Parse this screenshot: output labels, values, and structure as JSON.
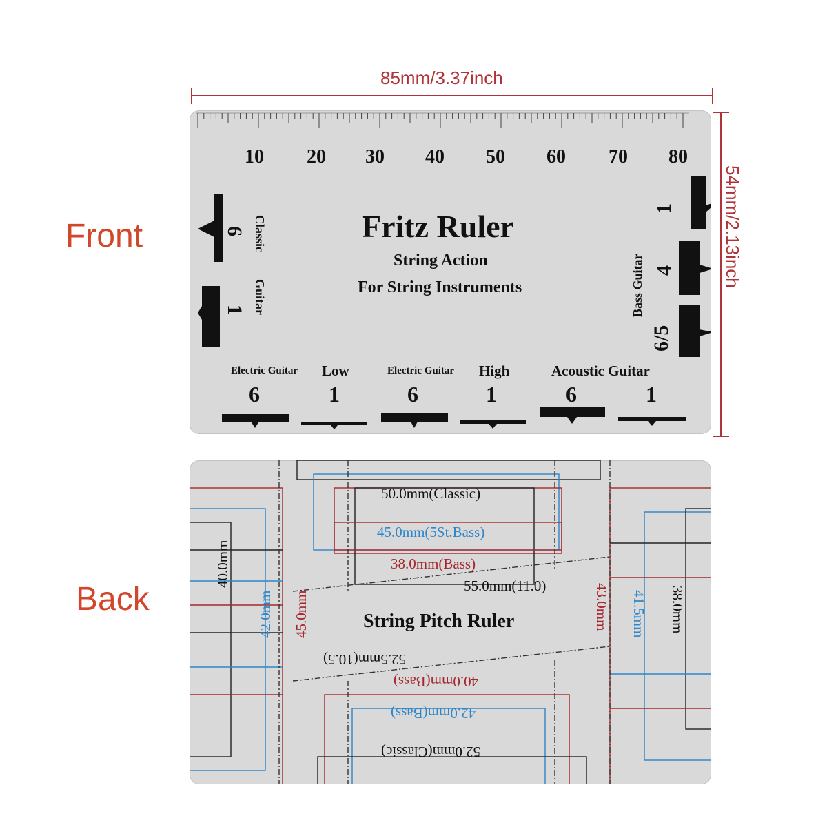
{
  "labels": {
    "front": "Front",
    "back": "Back"
  },
  "dimensions": {
    "width": "85mm/3.37inch",
    "height": "54mm/2.13inch"
  },
  "front": {
    "title": "Fritz Ruler",
    "subtitle1": "String Action",
    "subtitle2": "For String Instruments",
    "scale_numbers": [
      "10",
      "20",
      "30",
      "40",
      "50",
      "60",
      "70",
      "80"
    ],
    "classic_guitar": {
      "label_a": "Classic",
      "label_b": "Guitar",
      "n6": "6",
      "n1": "1"
    },
    "bass_guitar": {
      "label": "Bass Guitar",
      "n1": "1",
      "n4": "4",
      "n65": "6/5"
    },
    "bottom": {
      "eg_low_label": "Electric Guitar",
      "low": "Low",
      "eg_high_label": "Electric Guitar",
      "high": "High",
      "acoustic": "Acoustic Guitar",
      "nums": [
        "6",
        "1",
        "6",
        "1",
        "6",
        "1"
      ]
    }
  },
  "back": {
    "title": "String Pitch Ruler",
    "classic50": "50.0mm(Classic)",
    "bass45": "45.0mm(5St.Bass)",
    "bass38": "38.0mm(Bass)",
    "m55": "55.0mm(11.0)",
    "m525": "52.5mm(10.5)",
    "bass40": "40.0mm(Bass)",
    "bass42": "42.0mm(Bass)",
    "classic52": "52.0mm(Classic)",
    "v40": "40.0mm",
    "v42": "42.0mm",
    "v45": "45.0mm",
    "v43": "43.0mm",
    "v415": "41.5mm",
    "v38": "38.0mm"
  },
  "colors": {
    "label": "#d2462a",
    "dim": "#b0333a",
    "red": "#a5272d",
    "blue": "#2f86c8",
    "card": "#d9d9d9"
  }
}
